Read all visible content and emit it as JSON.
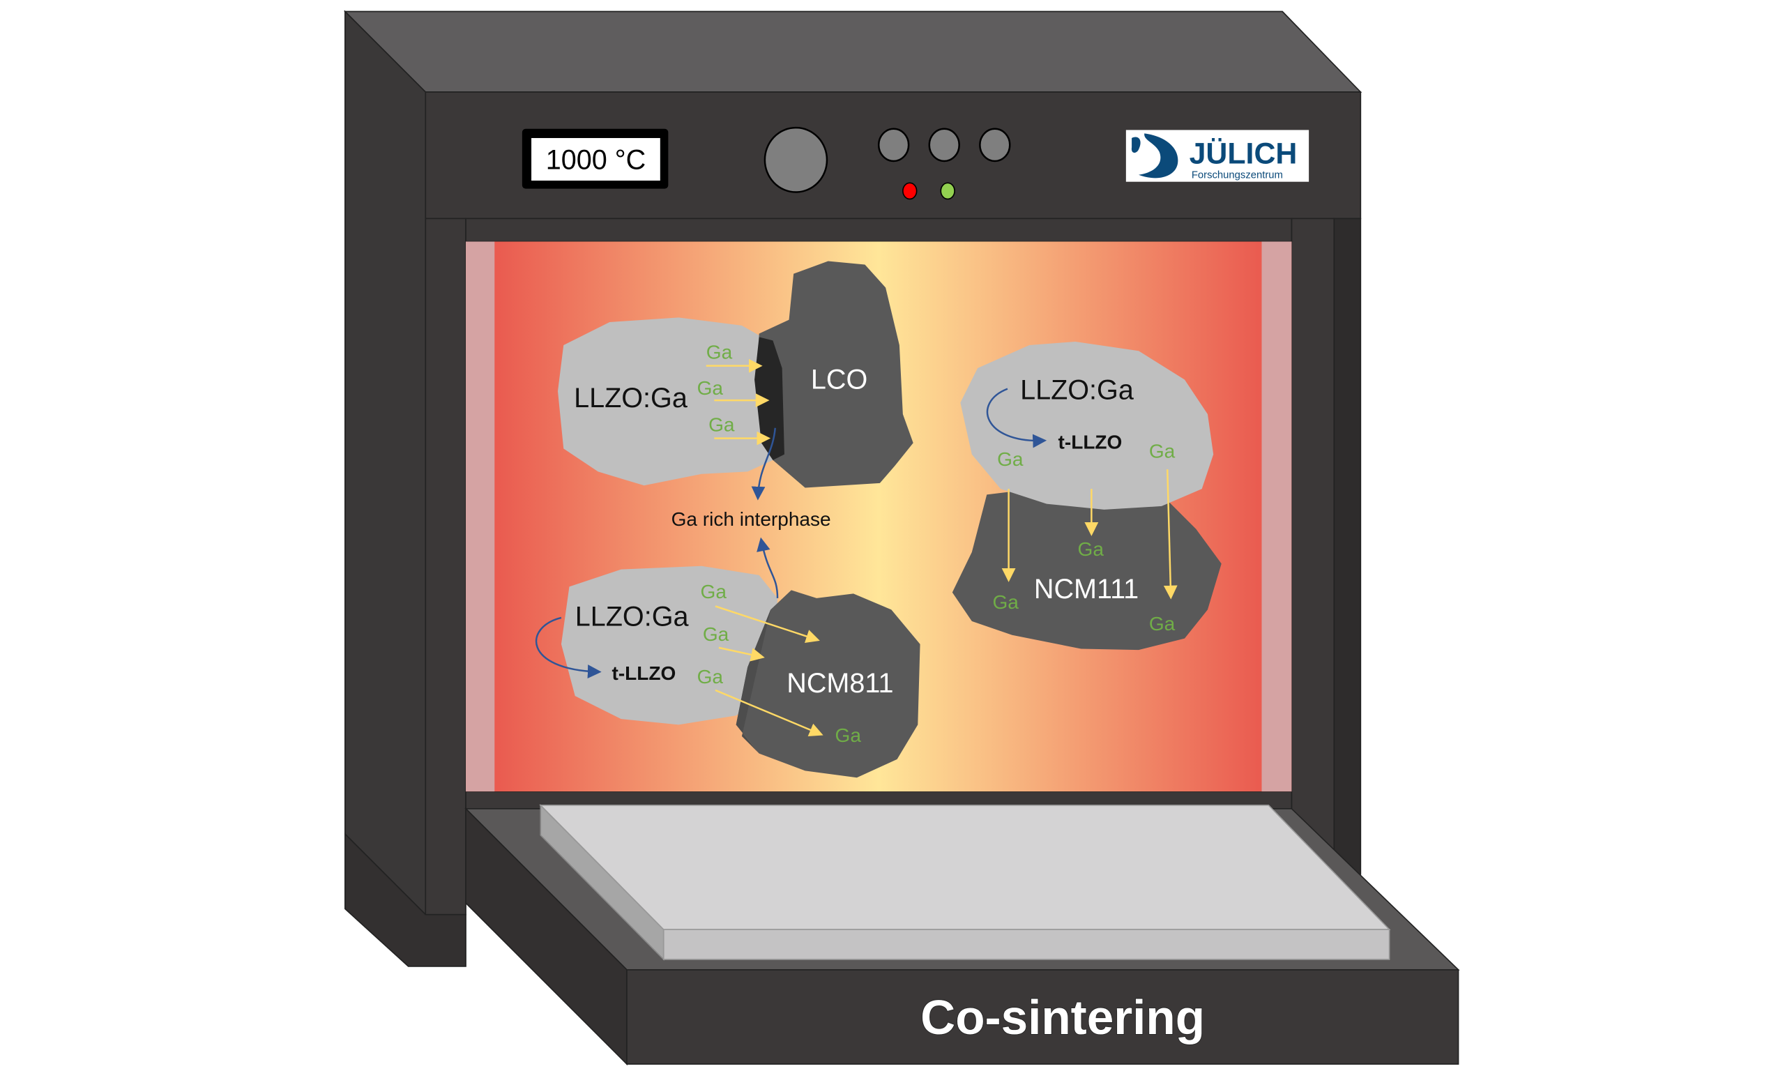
{
  "oven": {
    "temperature_display": "1000 °C",
    "logo": {
      "name": "JÜLICH",
      "subtitle": "Forschungszentrum"
    },
    "indicator_colors": {
      "red": "#ff0000",
      "green": "#92d050"
    },
    "door_label": "Co-sintering"
  },
  "particles": {
    "llzo_ga": "LLZO:Ga",
    "lco": "LCO",
    "ncm811": "NCM811",
    "ncm111": "NCM111",
    "t_llzo": "t-LLZO",
    "ga": "Ga",
    "interphase": "Ga rich interphase"
  },
  "colors": {
    "llzo": "#bfbfbf",
    "cathode": "#595959",
    "ga_text": "#70ad47",
    "ga_arrow": "#ffd966",
    "phase_arrow": "#2f5597",
    "logo_blue": "#0b4a7a"
  }
}
